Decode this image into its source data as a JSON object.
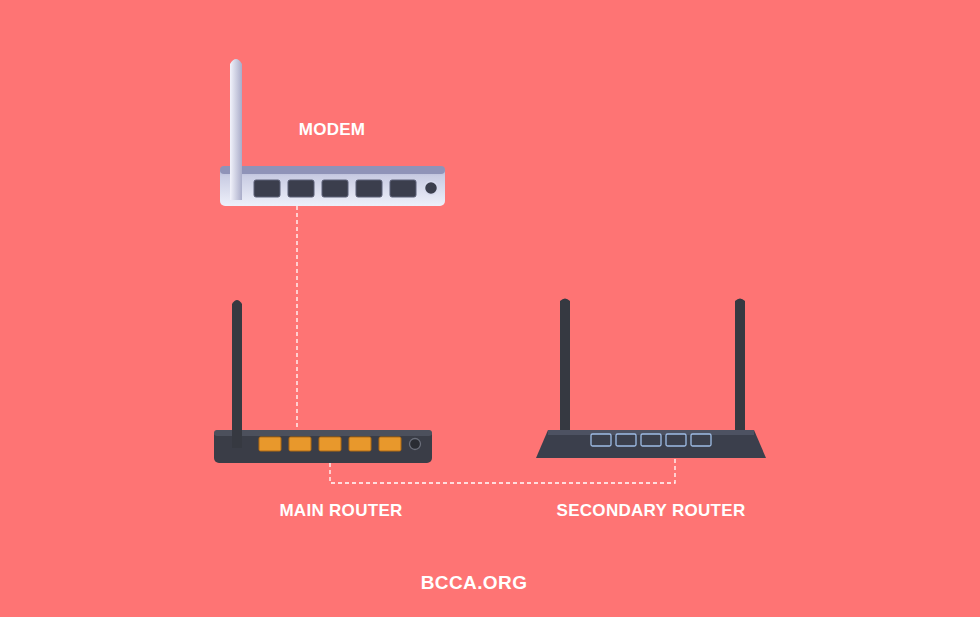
{
  "diagram": {
    "nodes": [
      {
        "text": [
          "MODEM"
        ]
      },
      {
        "text": [
          "MAIN ROUTER"
        ]
      },
      {
        "text": [
          "SECONDARY ROUTER"
        ]
      }
    ],
    "edges": [
      {
        "from": 0,
        "to": 1,
        "arrow": "none"
      },
      {
        "from": 1,
        "to": 2,
        "arrow": "none"
      }
    ],
    "labels": [
      "BCCA.ORG"
    ]
  }
}
